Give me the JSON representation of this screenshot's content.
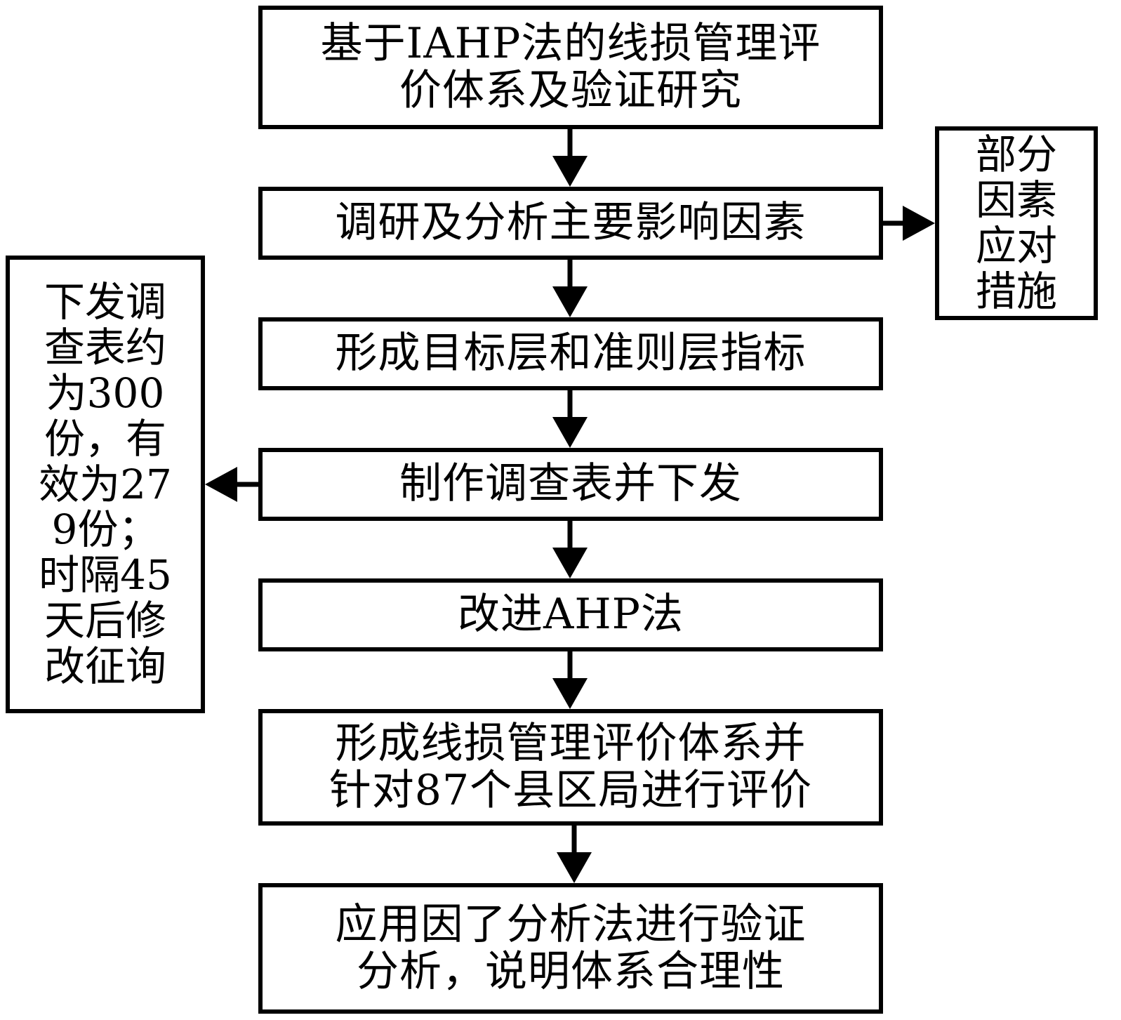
{
  "flow_steps": [
    {
      "lines": [
        "基于IAHP法的线损管理评",
        "价体系及验证研究"
      ]
    },
    {
      "lines": [
        "调研及分析主要影响因素"
      ]
    },
    {
      "lines": [
        "形成目标层和准则层指标"
      ]
    },
    {
      "lines": [
        "制作调查表并下发"
      ]
    },
    {
      "lines": [
        "改进AHP法"
      ]
    },
    {
      "lines": [
        "形成线损管理评价体系并",
        "针对87个县区局进行评价"
      ]
    },
    {
      "lines": [
        "应用因了分析法进行验证",
        "分析，说明体系合理性"
      ]
    }
  ],
  "side_right": {
    "lines": [
      "部分",
      "因素",
      "应对",
      "措施"
    ]
  },
  "side_left": {
    "lines": [
      "下发调",
      "查表约",
      "为300",
      "份，有",
      "效为27",
      "9份；",
      "时隔45",
      "天后修",
      "改征询"
    ]
  },
  "colors": {
    "stroke": "#000000",
    "background": "#ffffff"
  }
}
